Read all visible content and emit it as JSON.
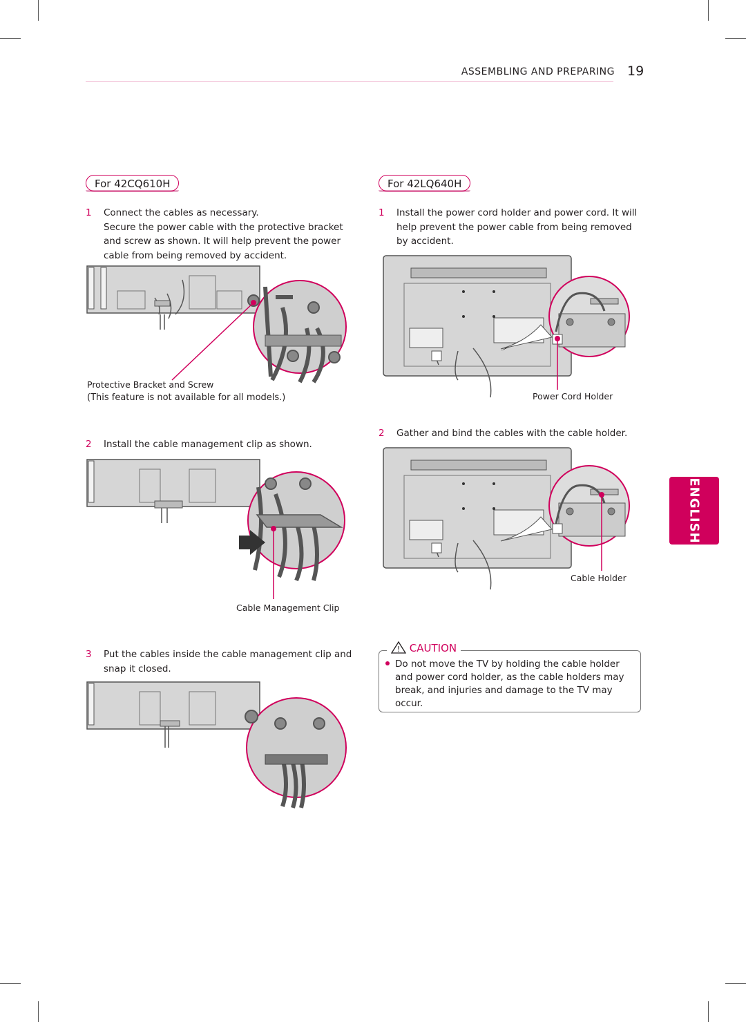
{
  "header": {
    "section_title": "ASSEMBLING AND PREPARING",
    "page_number": "19"
  },
  "side_tab": {
    "label": "ENGLISH"
  },
  "left_column": {
    "model_label": "For 42CQ610H",
    "steps": [
      {
        "number": "1",
        "text": "Connect the cables as necessary.\nSecure the power cable with the protective bracket\nand screw as shown. It will help prevent the power\ncable from being removed by accident."
      },
      {
        "number": "2",
        "text": "Install the cable management clip as shown."
      },
      {
        "number": "3",
        "text": "Put the cables inside the cable management clip and\nsnap it closed."
      }
    ],
    "callouts": {
      "protective_bracket": "Protective Bracket and Screw",
      "availability_note": "(This feature is not available for all models.)",
      "cable_management_clip": "Cable Management Clip"
    }
  },
  "right_column": {
    "model_label": "For 42LQ640H",
    "steps": [
      {
        "number": "1",
        "text": "Install the power cord holder and power cord. It will\nhelp prevent the power cable from being removed\nby accident."
      },
      {
        "number": "2",
        "text": "Gather and bind the cables with the cable holder."
      }
    ],
    "callouts": {
      "power_cord_holder": "Power Cord Holder",
      "cable_holder": "Cable Holder"
    }
  },
  "caution": {
    "title": "CAUTION",
    "icon": "warning-triangle-icon",
    "bullet_text": "Do not move the TV by holding the cable holder\nand power cord holder, as the cable holders may\nbreak, and injuries and damage to the TV may\noccur."
  },
  "colors": {
    "accent": "#d0005c",
    "text": "#231f20",
    "illustration_fill": "#d9d9d9",
    "illustration_stroke": "#555555"
  }
}
